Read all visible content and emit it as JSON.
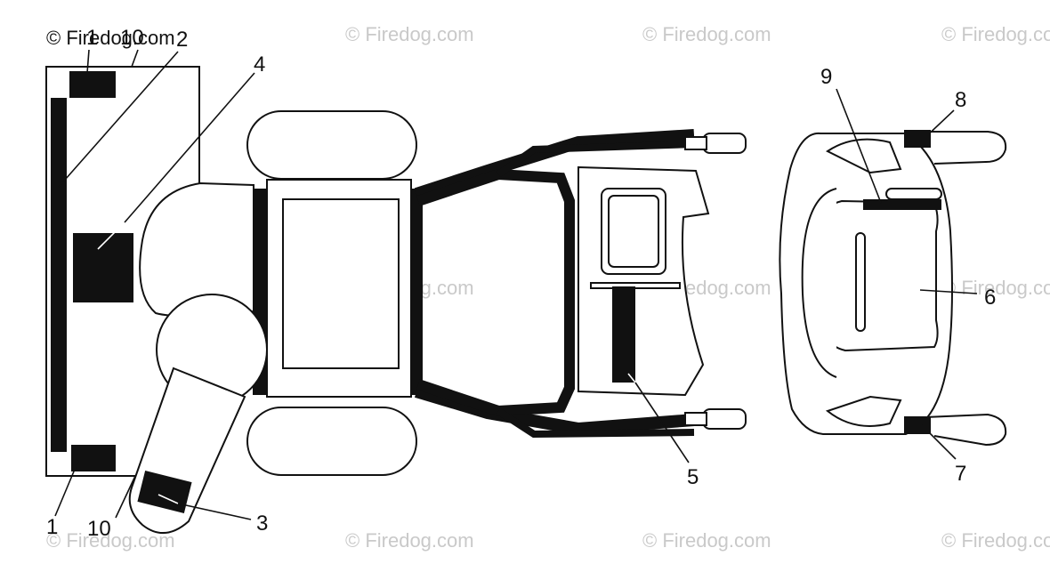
{
  "watermark": {
    "text": "© Firedog.com",
    "top_left_overlap": "© Firedog.com",
    "color": "#c9c9c9"
  },
  "callouts": {
    "c1_bottom": "1",
    "c10_bottom": "10",
    "c3": "3",
    "c4": "4",
    "c5": "5",
    "c6": "6",
    "c7": "7",
    "c8": "8",
    "c9": "9",
    "c1_top": "1",
    "c10_top": "10",
    "c2": "2"
  },
  "colors": {
    "line": "#111111",
    "label_decal": "#111111",
    "background": "#ffffff"
  }
}
